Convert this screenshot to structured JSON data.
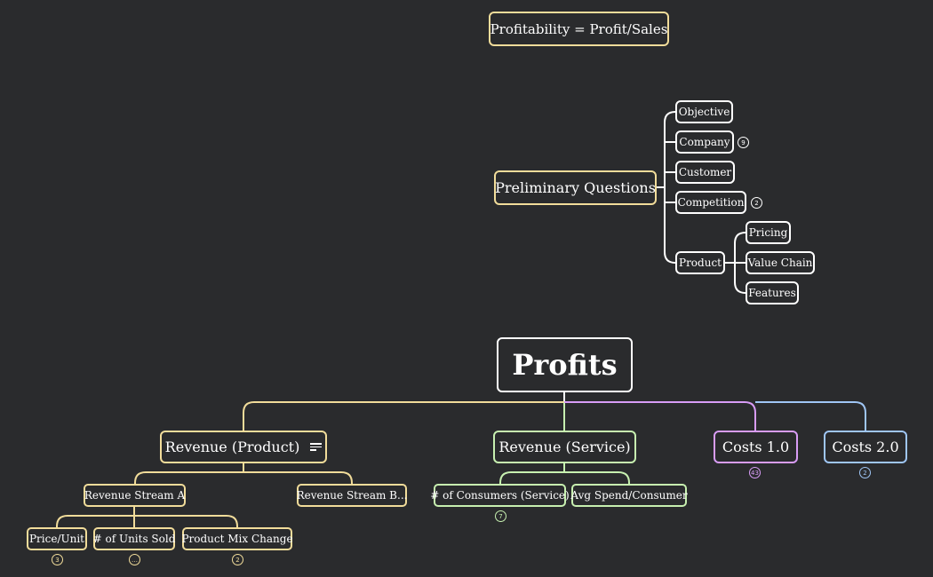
{
  "colors": {
    "background": "#2a2b2d",
    "revenue_product": "#f1dc9a",
    "revenue_service": "#c7f0b0",
    "costs_1": "#d89cf6",
    "costs_2": "#9fc6f5",
    "node_border": "#ffffff"
  },
  "formula": "Profitability = Profit/Sales",
  "preliminary": {
    "label": "Preliminary Questions",
    "objective": "Objective",
    "company": "Company",
    "company_count": "9",
    "customer": "Customer",
    "competition": "Competition",
    "competition_count": "2",
    "product": "Product",
    "pricing": "Pricing",
    "value_chain": "Value Chain",
    "features": "Features"
  },
  "root": {
    "label": "Profits"
  },
  "revenue_product": {
    "label": "Revenue (Product)",
    "notes_icon": "notes-icon",
    "stream_a": "Revenue Stream A",
    "stream_b": "Revenue Stream B...",
    "price_unit": "Price/Unit",
    "price_unit_count": "3",
    "units_sold": "# of Units Sold",
    "units_sold_count": "…",
    "mix_change": "Product Mix Change",
    "mix_change_count": "2"
  },
  "revenue_service": {
    "label": "Revenue (Service)",
    "consumers": "# of Consumers (Service)",
    "consumers_count": "7",
    "avg_spend": "Avg Spend/Consumer"
  },
  "costs_1": {
    "label": "Costs 1.0",
    "count": "43"
  },
  "costs_2": {
    "label": "Costs 2.0",
    "count": "2"
  }
}
